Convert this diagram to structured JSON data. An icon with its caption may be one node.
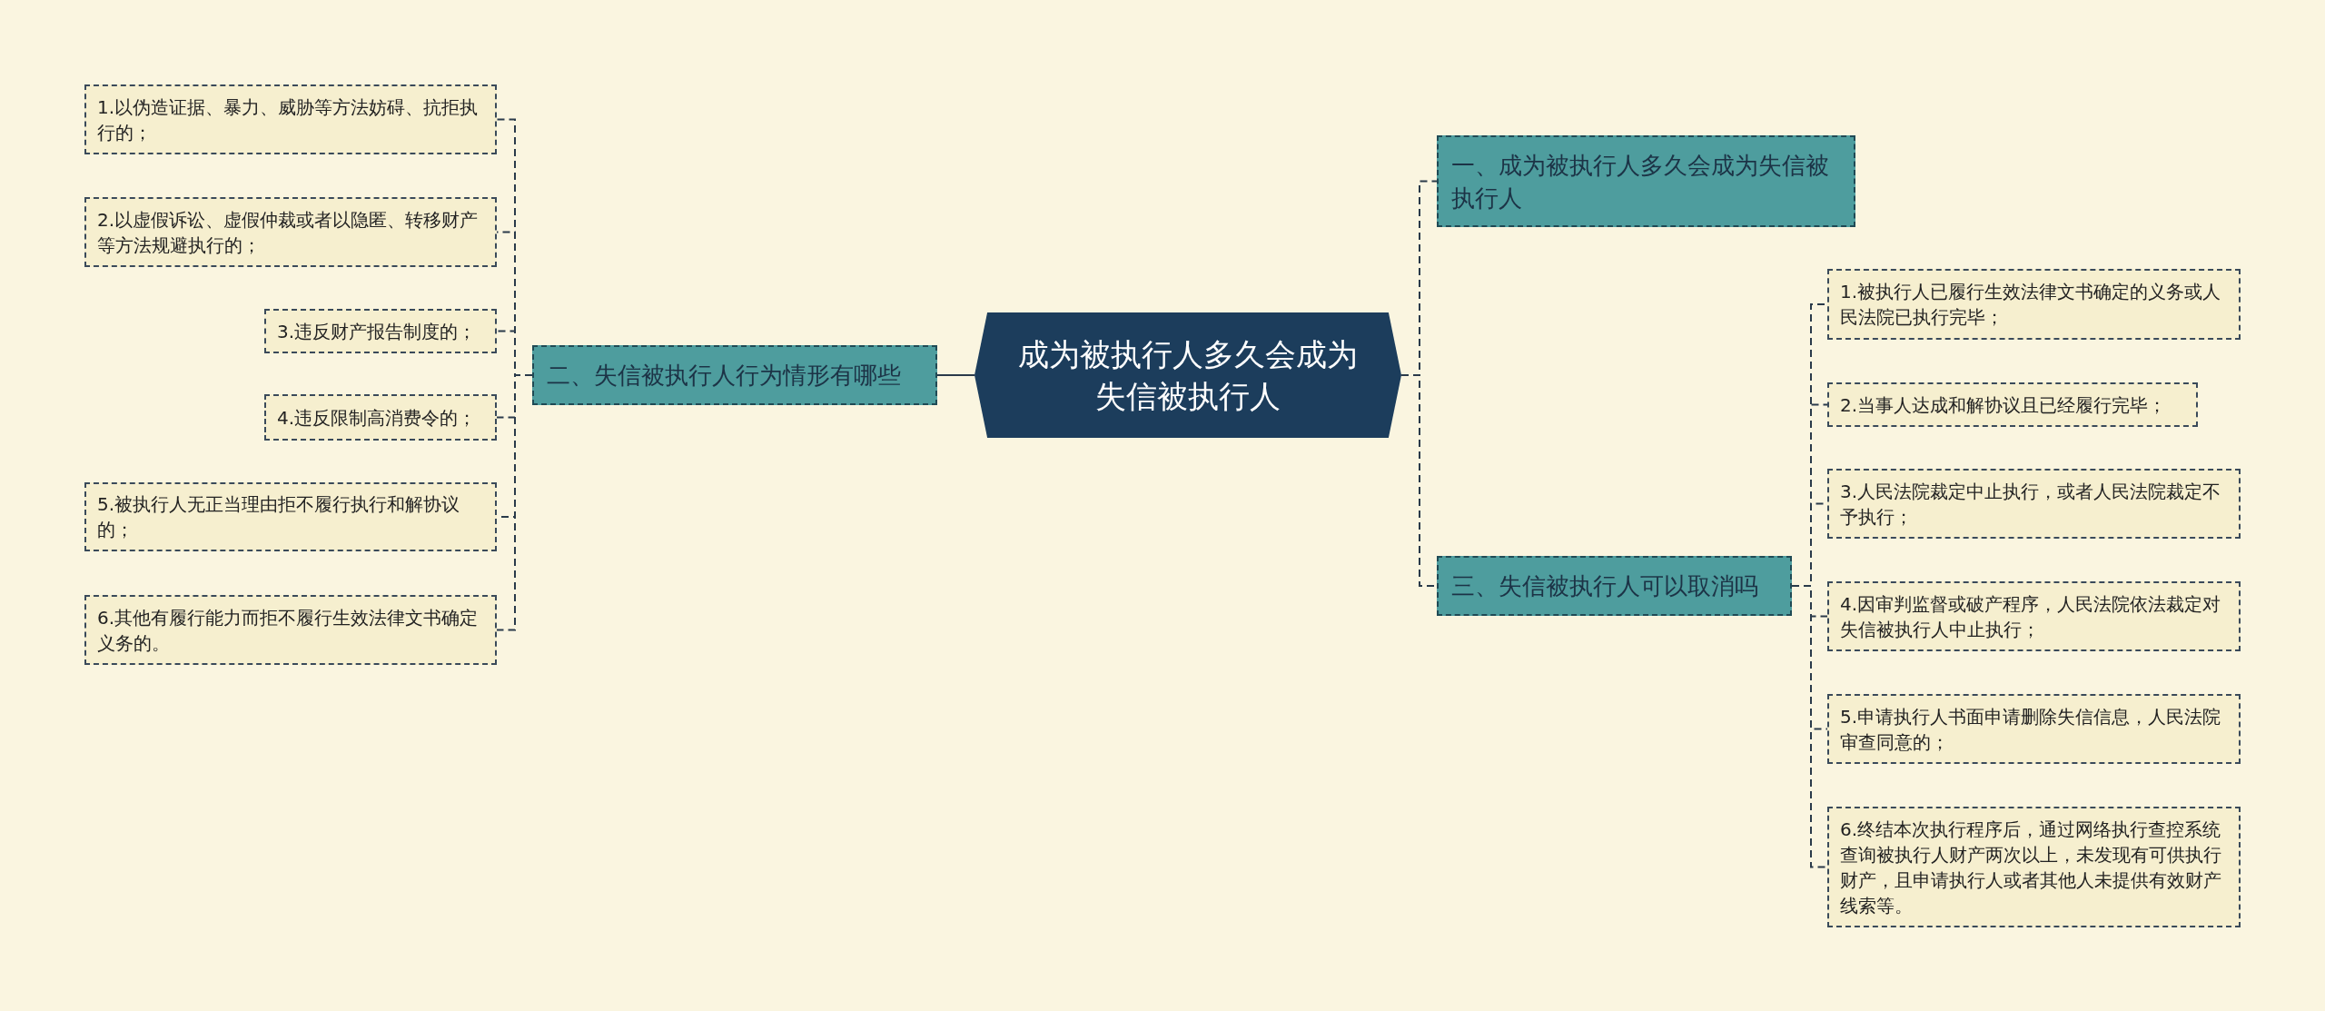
{
  "diagram": {
    "nodes": [
      {
        "text": [
          "成为被执行人多久会成为失信被执行人"
        ]
      },
      {
        "text": [
          "一、成为被执行人多久会成为失信被执行人"
        ]
      },
      {
        "text": [
          "二、失信被执行人行为情形有哪些"
        ]
      },
      {
        "text": [
          "三、失信被执行人可以取消吗"
        ]
      },
      {
        "text": [
          "1.以伪造证据、暴力、威胁等方法妨碍、抗拒执行的；"
        ]
      },
      {
        "text": [
          "2.以虚假诉讼、虚假仲裁或者以隐匿、转移财产等方法规避执行的；"
        ]
      },
      {
        "text": [
          "3.违反财产报告制度的；"
        ]
      },
      {
        "text": [
          "4.违反限制高消费令的；"
        ]
      },
      {
        "text": [
          "5.被执行人无正当理由拒不履行执行和解协议的；"
        ]
      },
      {
        "text": [
          "6.其他有履行能力而拒不履行生效法律文书确定义务的。"
        ]
      },
      {
        "text": [
          "1.被执行人已履行生效法律文书确定的义务或人民法院已执行完毕；"
        ]
      },
      {
        "text": [
          "2.当事人达成和解协议且已经履行完毕；"
        ]
      },
      {
        "text": [
          "3.人民法院裁定中止执行，或者人民法院裁定不予执行；"
        ]
      },
      {
        "text": [
          "4.因审判监督或破产程序，人民法院依法裁定对失信被执行人中止执行；"
        ]
      },
      {
        "text": [
          "5.申请执行人书面申请删除失信信息，人民法院审查同意的；"
        ]
      },
      {
        "text": [
          "6.终结本次执行程序后，通过网络执行查控系统查询被执行人财产两次以上，未发现有可供执行财产，且申请执行人或者其他人未提供有效财产线索等。"
        ]
      }
    ],
    "edges": [
      {
        "from": 0,
        "to": 1,
        "arrow": "none",
        "style": "dashed"
      },
      {
        "from": 0,
        "to": 2,
        "arrow": "none"
      },
      {
        "from": 0,
        "to": 3,
        "arrow": "none",
        "style": "dashed"
      },
      {
        "from": 2,
        "to": 4,
        "arrow": "none",
        "style": "dashed"
      },
      {
        "from": 2,
        "to": 5,
        "arrow": "none",
        "style": "dashed"
      },
      {
        "from": 2,
        "to": 6,
        "arrow": "none",
        "style": "dashed"
      },
      {
        "from": 2,
        "to": 7,
        "arrow": "none",
        "style": "dashed"
      },
      {
        "from": 2,
        "to": 8,
        "arrow": "none",
        "style": "dashed"
      },
      {
        "from": 2,
        "to": 9,
        "arrow": "none",
        "style": "dashed"
      },
      {
        "from": 3,
        "to": 10,
        "arrow": "none",
        "style": "dashed"
      },
      {
        "from": 3,
        "to": 11,
        "arrow": "none",
        "style": "dashed"
      },
      {
        "from": 3,
        "to": 12,
        "arrow": "none",
        "style": "dashed"
      },
      {
        "from": 3,
        "to": 13,
        "arrow": "none",
        "style": "dashed"
      },
      {
        "from": 3,
        "to": 14,
        "arrow": "none",
        "style": "dashed"
      },
      {
        "from": 3,
        "to": 15,
        "arrow": "none",
        "style": "dashed"
      }
    ]
  }
}
